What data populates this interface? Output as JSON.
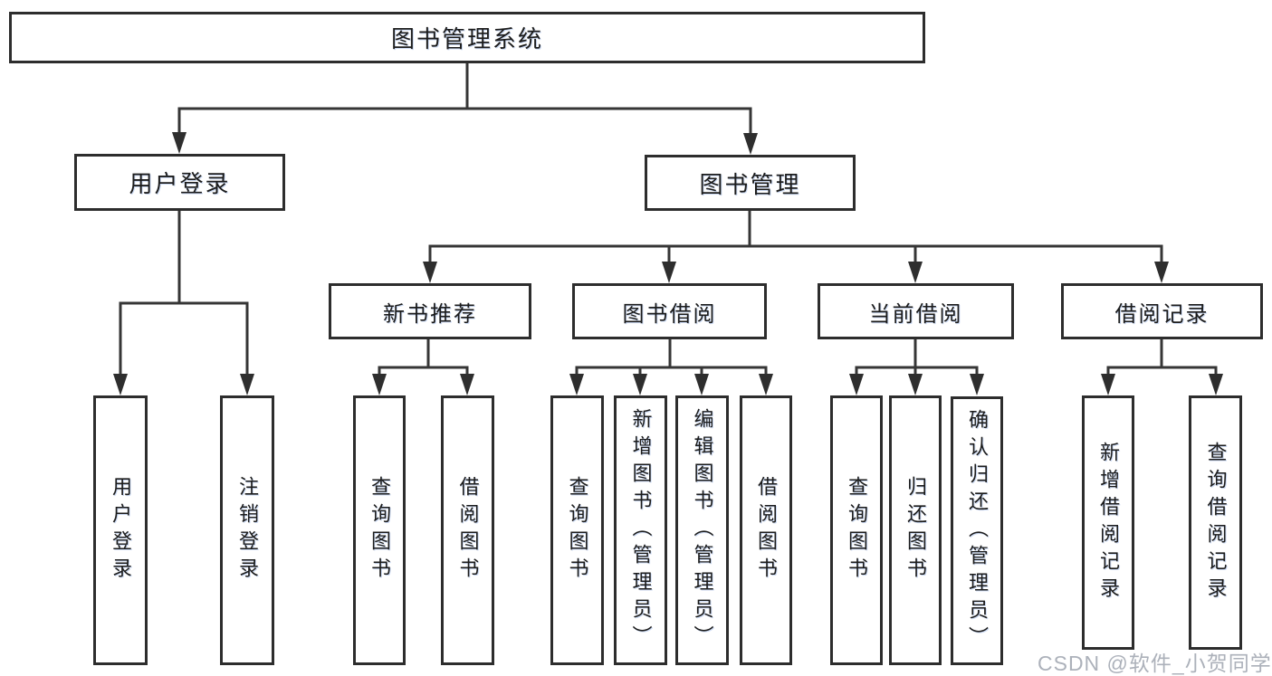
{
  "diagram_type": "hierarchy-tree",
  "colors": {
    "background": "#ffffff",
    "line": "#363636",
    "box_border": "#2d2d2d",
    "box_background": "#ffffff",
    "text": "#1c1c1c",
    "watermark": "#9ea3ae"
  },
  "tree": {
    "root": {
      "label": "图书管理系统"
    },
    "children": [
      {
        "label": "用户登录",
        "children": [
          {
            "label": "用户登录"
          },
          {
            "label": "注销登录"
          }
        ]
      },
      {
        "label": "图书管理",
        "children": [
          {
            "label": "新书推荐",
            "children": [
              {
                "label": "查询图书"
              },
              {
                "label": "借阅图书"
              }
            ]
          },
          {
            "label": "图书借阅",
            "children": [
              {
                "label": "查询图书"
              },
              {
                "label": "新增图书（管理员）"
              },
              {
                "label": "编辑图书（管理员）"
              },
              {
                "label": "借阅图书"
              }
            ]
          },
          {
            "label": "当前借阅",
            "children": [
              {
                "label": "查询图书"
              },
              {
                "label": "归还图书"
              },
              {
                "label": "确认归还（管理员）"
              }
            ]
          },
          {
            "label": "借阅记录",
            "children": [
              {
                "label": "新增借阅记录"
              },
              {
                "label": "查询借阅记录"
              }
            ]
          }
        ]
      }
    ]
  },
  "watermark": {
    "text": "CSDN @软件_小贺同学"
  }
}
